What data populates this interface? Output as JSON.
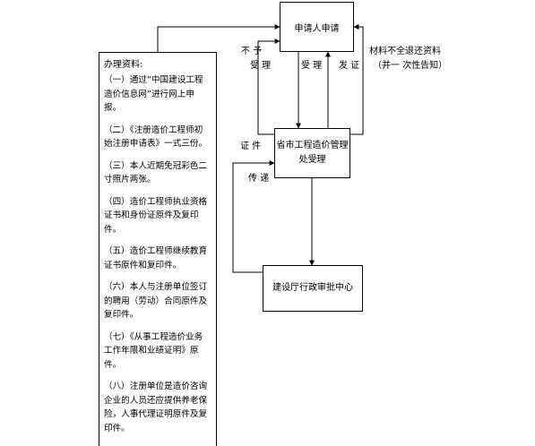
{
  "materials": {
    "title": "办理资料:",
    "items": [
      "（一）通过“中国建设工程造价信息网”进行网上申报。",
      "（二）《注册造价工程师初始注册申请表》一式三份。",
      "（三）本人近期免冠彩色二寸照片两张。",
      "（四）造价工程师执业资格证书和身份证原件及复印件。",
      "（五）造价工程师继续教育证书原件和复印件。",
      "（六）本人与注册单位签订的聘用（劳动）合同原件及复印件。",
      "（七）《从事工程造价业务工作年限和业绩证明》原件。",
      "（八）注册单位是造价咨询企业的人员还应提供养老保险，人事代理证明原件及复印件。"
    ]
  },
  "nodes": {
    "applicant": "申请人申请",
    "province": "省市工程造价管理处受理",
    "ministry": "建设厅行政审批中心"
  },
  "edge_labels": {
    "not_accept_1": "不 予",
    "not_accept_2": "受 理",
    "accept": "受 理",
    "issue_cert": "发 证",
    "incomplete_1": "材料不全退还资料",
    "incomplete_2": "（并一 次性告知）",
    "cert_1": "证 件",
    "cert_2": "传 递"
  }
}
